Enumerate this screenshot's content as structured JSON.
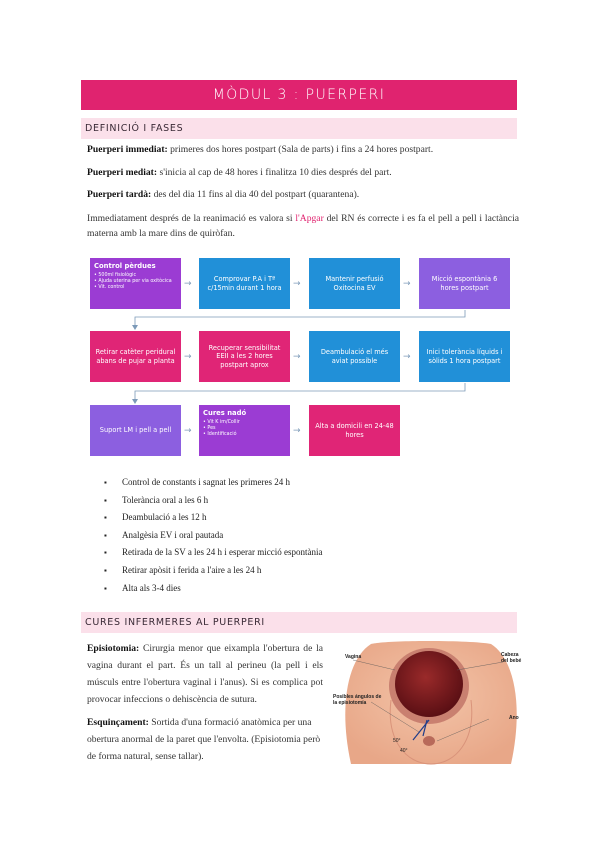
{
  "title": "MÒDUL 3 : PUERPERI",
  "section1": {
    "heading": "DEFINICIÓ I FASES"
  },
  "phases": [
    {
      "term": "Puerperi immediat:",
      "text": " primeres dos hores postpart (Sala de parts) i fins a 24 hores postpart."
    },
    {
      "term": "Puerperi mediat:",
      "text": " s'inicia al cap de 48 hores i finalitza 10 dies després del part."
    },
    {
      "term": "Puerperi tardà:",
      "text": " des del dia 11 fins al dia 40 del postpart (quarantena)."
    }
  ],
  "intro": {
    "before": "Immediatament després de la reanimació es valora si ",
    "highlight": "l'Apgar",
    "after": " del RN és correcte i es fa el pell a pell i lactància materna amb la mare dins de quiròfan."
  },
  "flow": {
    "box1": {
      "title": "Control pèrdues",
      "items": [
        "500ml fisiològic",
        "Ajuda uterina per via oxitòcica",
        "Vit. control"
      ]
    },
    "box2": "Comprovar P.A i Tª c/15min durant 1 hora",
    "box3": "Mantenir perfusió Oxitocina EV",
    "box4": "Micció espontània 6 hores postpart",
    "box5": "Retirar catèter peridural abans de pujar a planta",
    "box6": "Recuperar sensibilitat EEII a les 2 hores postpart aprox",
    "box7": "Deambulació el més aviat possible",
    "box8": "Inici tolerància líquids i sòlids 1 hora postpart",
    "box9": "Suport LM i pell a pell",
    "box10": {
      "title": "Cures nadó",
      "items": [
        "Vit K im/Collir",
        "Pes",
        "Identificació"
      ]
    },
    "box11": "Alta a domicili en 24-48 hores"
  },
  "bullets": [
    "Control de constants i sagnat les primeres 24 h",
    "Tolerància oral a les 6 h",
    "Deambulació a les 12 h",
    "Analgèsia EV i oral pautada",
    "Retirada de la SV a les 24 h i esperar micció espontània",
    "Retirar apòsit i ferida a l'aire a les 24 h",
    "Alta als 3-4 dies"
  ],
  "section2": {
    "heading": "CURES INFERMERES AL PUERPERI"
  },
  "episiotomia": {
    "term": "Episiotomia:",
    "text": " Cirurgia menor que eixampla l'obertura de la vagina durant el part. És un tall al perineu (la pell i els músculs entre l'obertura vaginal i l'anus). Si es complica pot provocar infeccions o dehiscència de sutura."
  },
  "esquincament": {
    "term": "Esquinçament:",
    "text": " Sortida d'una formació anatòmica per una obertura anormal de la paret que l'envolta. (Episiotomia però de forma natural, sense tallar)."
  },
  "illustration": {
    "label_vagina": "Vagina",
    "label_cabeza": "Cabeza del bebé",
    "label_posibles": "Posibles ángulos de la episiotomía",
    "label_ano": "Ano",
    "angle_50": "50°",
    "angle_40": "40°"
  }
}
